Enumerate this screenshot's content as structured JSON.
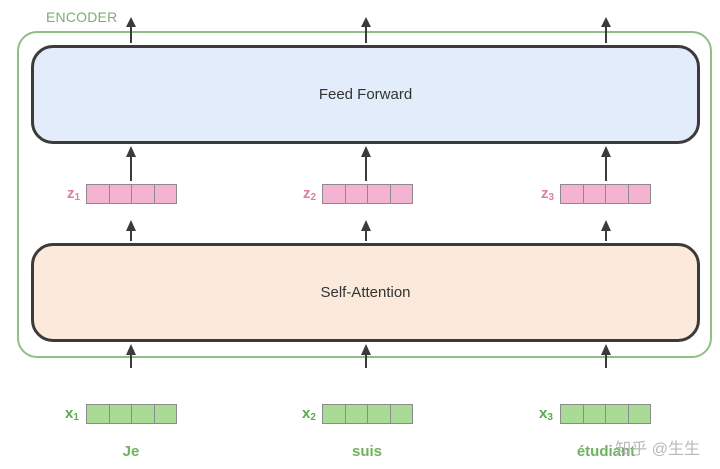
{
  "encoder_label": "ENCODER",
  "blocks": {
    "feed_forward": "Feed Forward",
    "self_attention": "Self-Attention"
  },
  "columns": [
    {
      "z_label": "z",
      "z_sub": "1",
      "x_label": "x",
      "x_sub": "1",
      "word": "Je"
    },
    {
      "z_label": "z",
      "z_sub": "2",
      "x_label": "x",
      "x_sub": "2",
      "word": "suis"
    },
    {
      "z_label": "z",
      "z_sub": "3",
      "x_label": "x",
      "x_sub": "3",
      "word": "étudiant"
    }
  ],
  "watermark": "知乎 @生生",
  "colors": {
    "encoder_border": "#8fbf86",
    "feed_forward_fill": "#e2ecfb",
    "self_attention_fill": "#fbeadb",
    "z_vector": "#f4b3d1",
    "x_vector": "#a9db97"
  }
}
